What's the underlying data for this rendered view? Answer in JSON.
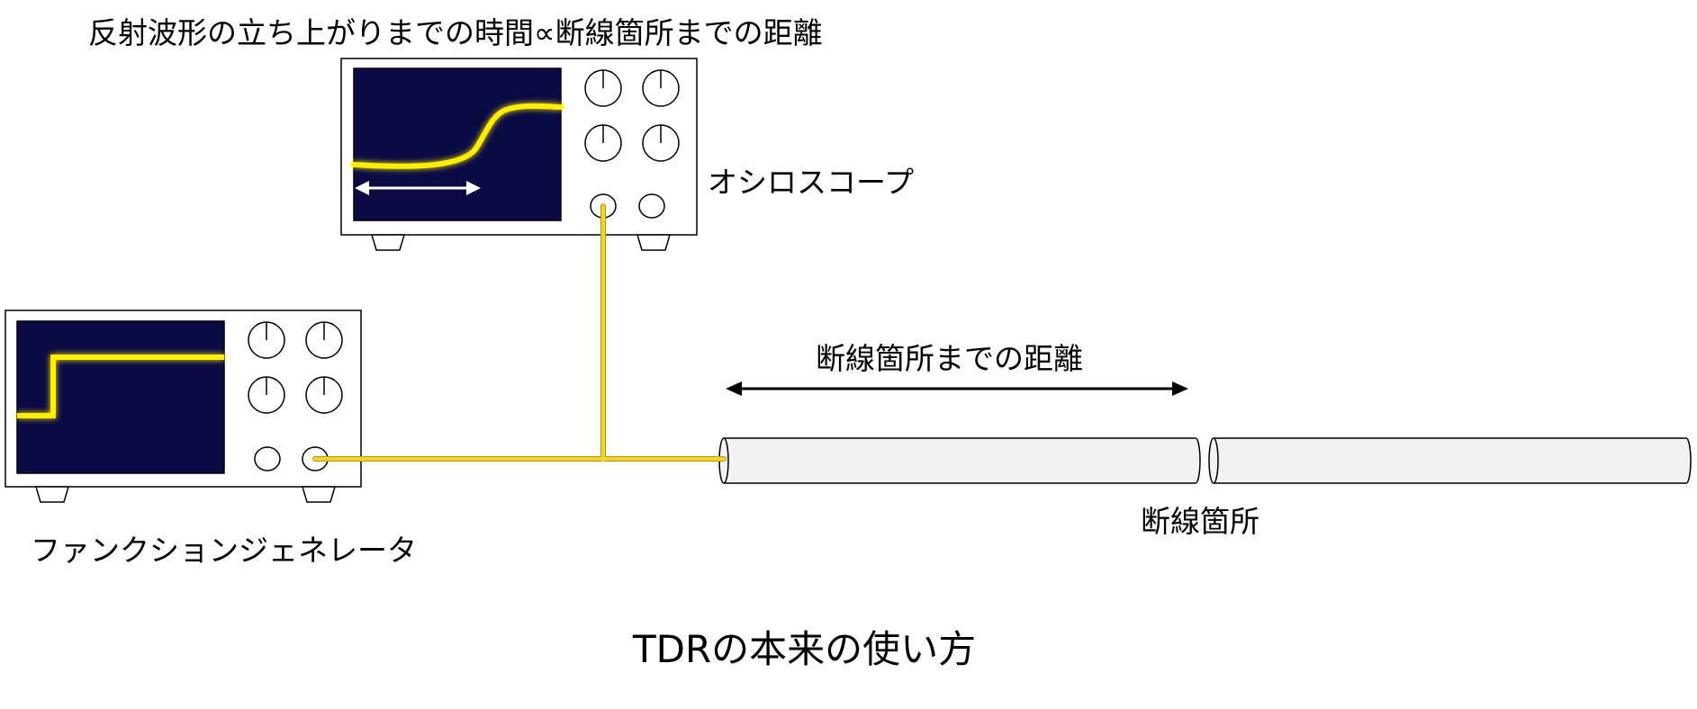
{
  "labels": {
    "top_note": "反射波形の立ち上がりまでの時間∝断線箇所までの距離",
    "oscilloscope": "オシロスコープ",
    "distance": "断線箇所までの距離",
    "break_point": "断線箇所",
    "function_generator": "ファンクションジェネレータ",
    "title": "TDRの本来の使い方"
  },
  "colors": {
    "screen": "#0a0a45",
    "trace": "#ffee00",
    "glow": "#fff59a",
    "wire": "#f2d32a",
    "wire_edge": "#b89a10",
    "cable_fill": "#f2f2f2",
    "outline": "#000000",
    "arrow_on_screen": "#ffffff"
  },
  "icons": {
    "knob": "knob-icon",
    "port": "port-icon",
    "arrow": "double-arrow-icon"
  }
}
